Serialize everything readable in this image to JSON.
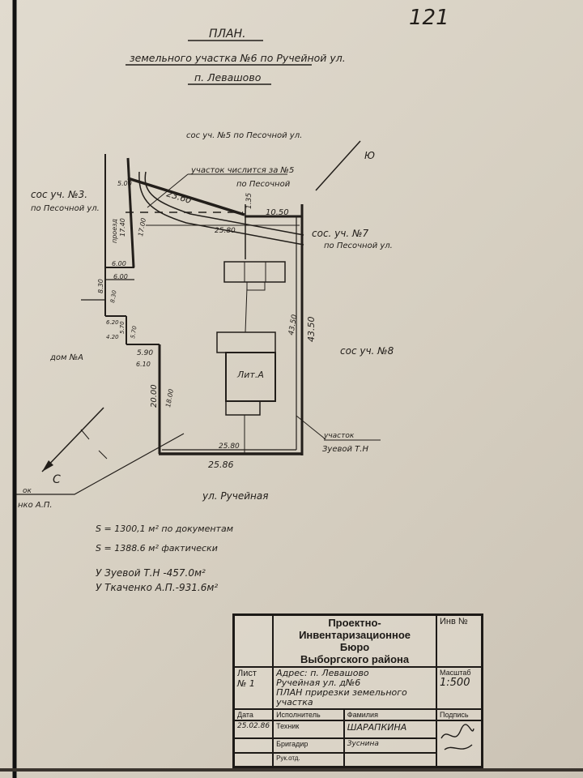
{
  "page_number": "121",
  "title": {
    "line1": "ПЛАН.",
    "line2": "земельного участка №6 по Ручейной ул.",
    "line3": "п. Левашово"
  },
  "plan": {
    "north_label": "сос уч. №5 по Песочной ул.",
    "south_mark": "Ю",
    "north_mark": "С",
    "plot5_line1": "участок числится за №5",
    "plot5_line2": "по Песочной",
    "neighbor3_line1": "сос уч. №3.",
    "neighbor3_line2": "по Песочной ул.",
    "neighbor7_line1": "сос. уч. №7",
    "neighbor7_line2": "по Песочной ул.",
    "neighbor8": "сос уч. №8",
    "house_a": "дом №А",
    "driveway": "проезд",
    "building_label": "Лит.А",
    "zueva_line1": "участок",
    "zueva_line2": "Зуевой Т.Н",
    "tkachenko_line1": "ок",
    "tkachenko_line2": "нко А.П.",
    "street": "ул. Ручейная",
    "dims": {
      "d2360": "23.60",
      "d135": "1.35",
      "d1050": "10.50",
      "d2580a": "25.80",
      "d1740": "17.40",
      "d1700": "17.00",
      "d500": "5.00",
      "d600a": "6.00",
      "d600b": "6.00",
      "d830a": "8.30",
      "d830b": "8.30",
      "d620": "6.20",
      "d420": "4.20",
      "d570a": "5.70",
      "d570b": "5.70",
      "d590": "5.90",
      "d610": "6.10",
      "d2000": "20.00",
      "d1800": "18.00",
      "d4350a": "43.50",
      "d4350b": "43.50",
      "d2580b": "25.80",
      "d2586": "25.86"
    }
  },
  "areas": {
    "doc": "S = 1300,1 м²  по документам",
    "actual": "S = 1388.6 м²  фактически",
    "zueva": "У Зуевой Т.Н -457.0м²",
    "tkachenko": "У Ткаченко А.П.-931.6м²"
  },
  "stamp": {
    "org_line1": "Проектно-Инвентаризационное",
    "org_line2": "Бюро",
    "org_line3": "Выборгского района",
    "inv_label": "Инв №",
    "sheet_label": "Лист",
    "sheet_no": "№ 1",
    "address_line1": "Адрес: п. Левашово",
    "address_line2": "Ручейная ул. д№6",
    "address_line3": "ПЛАН прирезки земельного",
    "address_line4": "участка",
    "scale_label": "Масштаб",
    "scale_value": "1:500",
    "date_label": "Дата",
    "executor_label": "Исполнитель",
    "surname_label": "Фамилия",
    "signature_label": "Подпись",
    "date_value": "25.02.86",
    "role1": "Техник",
    "name1": "ШАРАПКИНА",
    "role2": "Бригадир",
    "name2": "Зуснина",
    "role3": "Рук.отд."
  }
}
